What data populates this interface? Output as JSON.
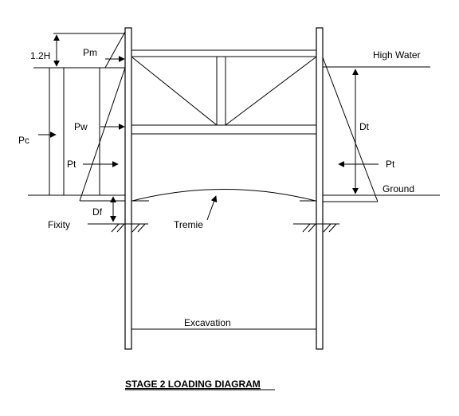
{
  "labels": {
    "h12": "1.2H",
    "pm": "Pm",
    "high_water": "High Water",
    "pc": "Pc",
    "pw": "Pw",
    "dt": "Dt",
    "pt_left": "Pt",
    "pt_right": "Pt",
    "ground": "Ground",
    "df": "Df",
    "fixity": "Fixity",
    "tremie": "Tremie",
    "excavation": "Excavation"
  },
  "title": "STAGE 2 LOADING DIAGRAM"
}
